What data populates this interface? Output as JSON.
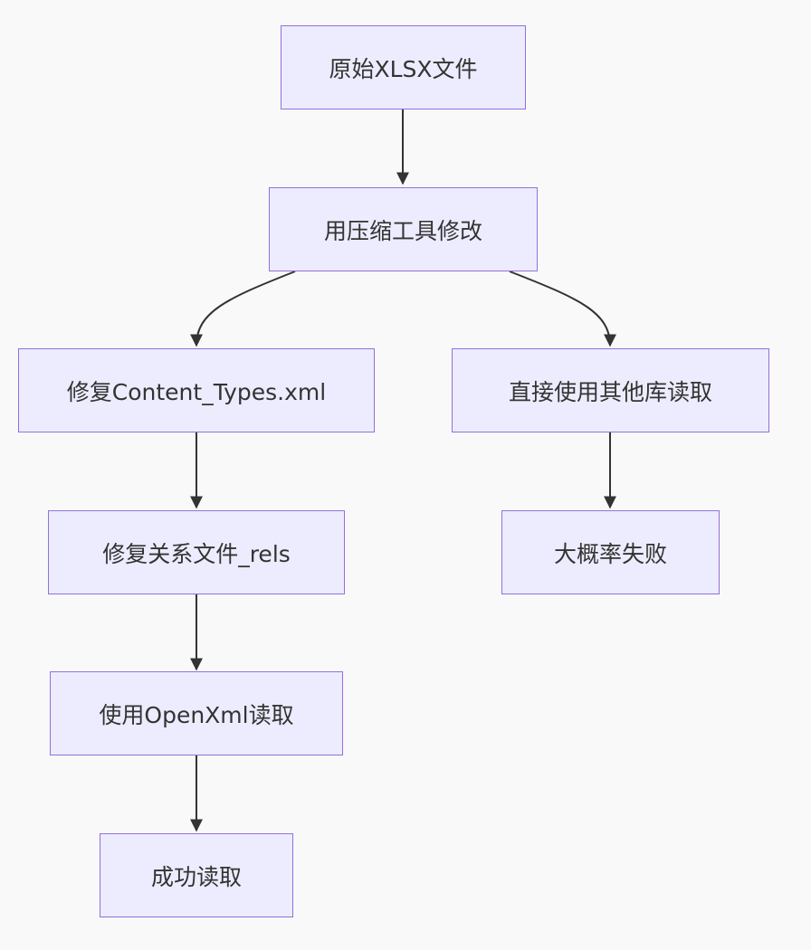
{
  "colors": {
    "background": "#f9f9f9",
    "node_fill": "#ececfe",
    "node_border": "#9370db",
    "edge": "#333333",
    "text": "#333333"
  },
  "nodes": {
    "original": "原始XLSX文件",
    "modify_with_zip": "用压缩工具修改",
    "fix_content_types": "修复Content_Types.xml",
    "direct_other_lib": "直接使用其他库读取",
    "fix_relations": "修复关系文件_rels",
    "likely_fail": "大概率失败",
    "use_openxml": "使用OpenXml读取",
    "success": "成功读取"
  },
  "edges": [
    {
      "from": "original",
      "to": "modify_with_zip"
    },
    {
      "from": "modify_with_zip",
      "to": "fix_content_types"
    },
    {
      "from": "modify_with_zip",
      "to": "direct_other_lib"
    },
    {
      "from": "fix_content_types",
      "to": "fix_relations"
    },
    {
      "from": "direct_other_lib",
      "to": "likely_fail"
    },
    {
      "from": "fix_relations",
      "to": "use_openxml"
    },
    {
      "from": "use_openxml",
      "to": "success"
    }
  ]
}
